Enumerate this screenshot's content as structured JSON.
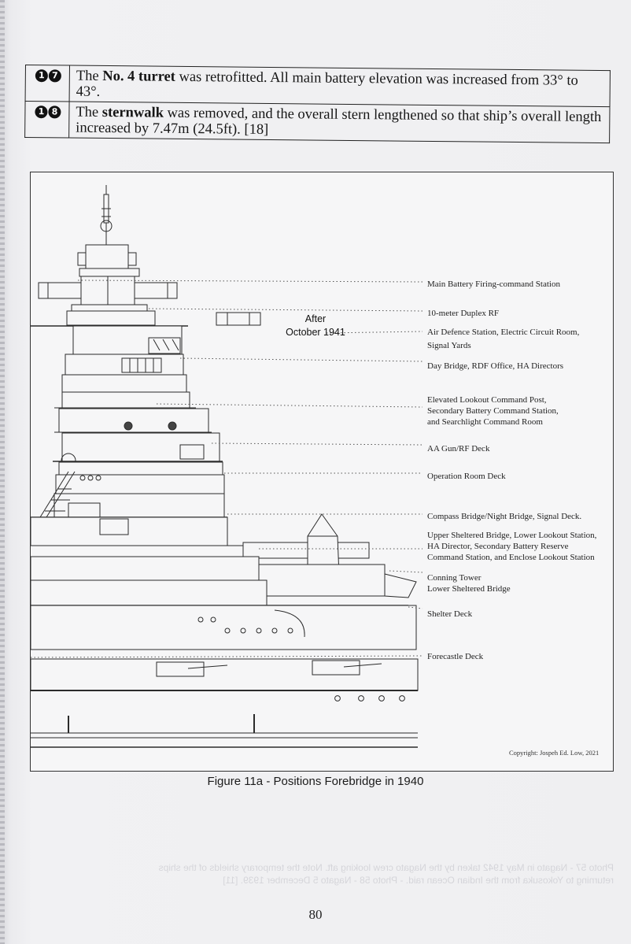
{
  "notes": [
    {
      "badge_a": "1",
      "badge_b": "7",
      "before": "The ",
      "bold": "No. 4 turret",
      "after": " was retrofitted. All main battery elevation was increased from 33° to 43°."
    },
    {
      "badge_a": "1",
      "badge_b": "8",
      "before": "The ",
      "bold": "sternwalk",
      "after": " was removed, and the overall stern lengthened so that ship’s overall length increased by 7.47m (24.5ft). [18]"
    }
  ],
  "figure": {
    "after_label_line1": "After",
    "after_label_line2": "October 1941",
    "annotations": [
      {
        "lines": [
          "Main Battery Firing-command Station"
        ]
      },
      {
        "lines": [
          "10-meter Duplex RF"
        ]
      },
      {
        "lines": [
          "Air Defence Station, Electric Circuit Room,",
          "Signal Yards"
        ]
      },
      {
        "lines": [
          "Day Bridge, RDF Office, HA Directors"
        ]
      },
      {
        "lines": [
          "Elevated Lookout Command Post,",
          "Secondary Battery Command Station,",
          "and Searchlight Command Room"
        ]
      },
      {
        "lines": [
          "AA Gun/RF Deck"
        ]
      },
      {
        "lines": [
          "Operation Room Deck"
        ]
      },
      {
        "lines": [
          "Compass Bridge/Night Bridge, Signal Deck."
        ]
      },
      {
        "lines": [
          "Upper Sheltered Bridge, Lower Lookout Station,",
          "HA Director, Secondary Battery Reserve",
          "Command Station, and Enclose Lookout Station"
        ]
      },
      {
        "lines": [
          "Conning Tower",
          "Lower Sheltered Bridge"
        ]
      },
      {
        "lines": [
          "Shelter Deck"
        ]
      },
      {
        "lines": [
          "Forecastle Deck"
        ]
      }
    ],
    "copyright": "Copyright: Jospeh Ed. Low, 2021"
  },
  "caption": "Figure 11a - Positions Forebridge in 1940",
  "page_number": "80",
  "bleed_through": [
    "Photo 57 - Nagato in May 1942 taken by the Nagato crew looking aft. Note the temporary shields of the ships",
    "returning to Yokosuka from the Indian Ocean raid. - Photo 58 - Nagato 5 December 1939. [11]"
  ]
}
